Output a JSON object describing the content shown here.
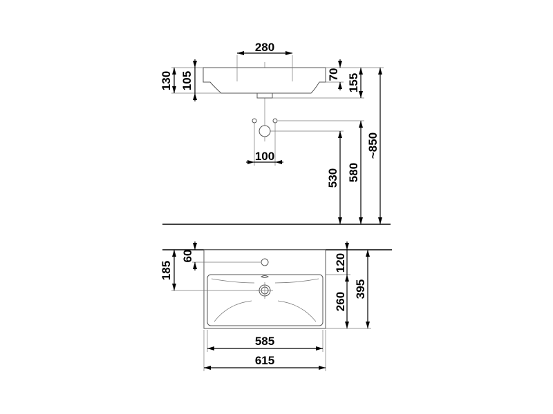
{
  "side_view": {
    "tap_spacing": "280",
    "rim_height_left": "130",
    "bowl_depth_left": "105",
    "rim_thickness": "70",
    "total_depth": "155",
    "mount_height": "~850",
    "supply_spacing": "100",
    "waste_height": "530",
    "supply_height": "580"
  },
  "plan_view": {
    "tap_from_wall": "60",
    "drain_from_wall": "185",
    "bowl_from_wall": "120",
    "bowl_depth": "260",
    "total_depth": "395",
    "bowl_width": "585",
    "total_width": "615"
  }
}
